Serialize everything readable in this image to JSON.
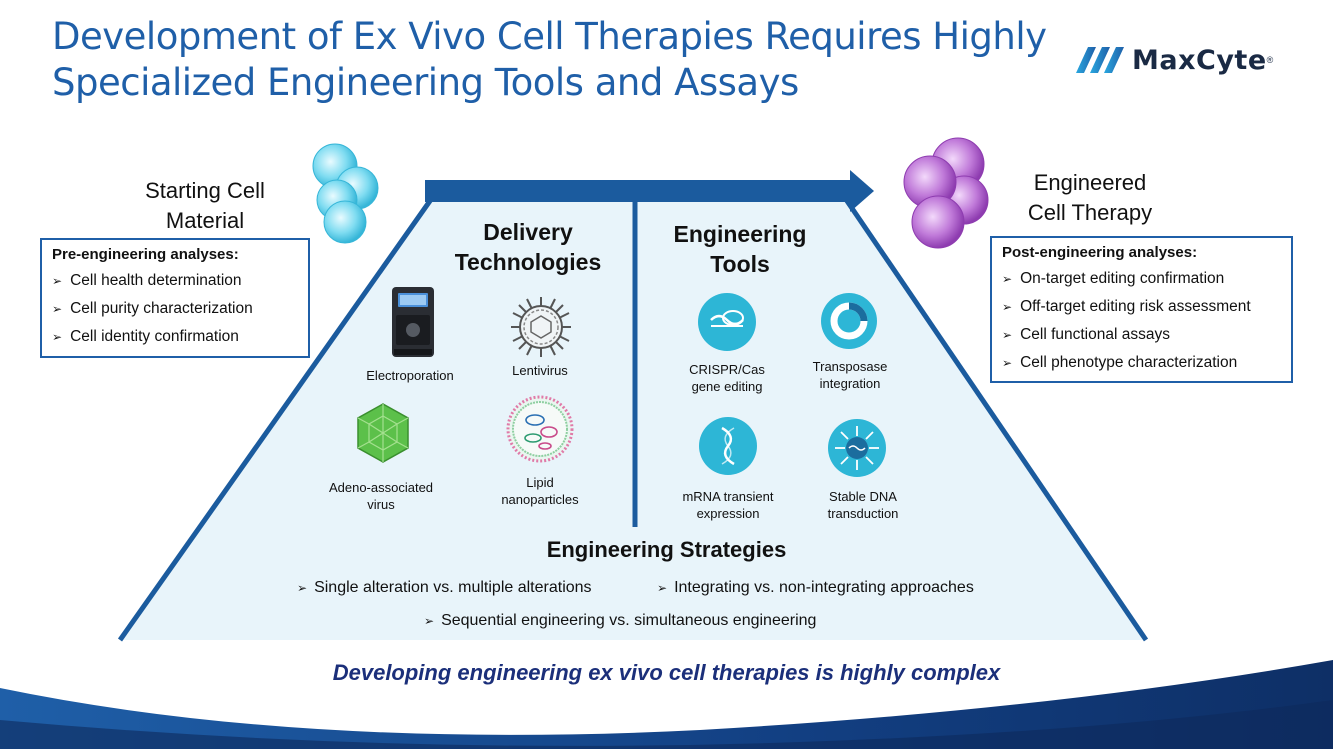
{
  "title": {
    "line1": "Development of Ex Vivo Cell Therapies Requires Highly",
    "line2": "Specialized Engineering Tools and Assays"
  },
  "logo": {
    "text": "MaxCyte",
    "reg": "®"
  },
  "start": {
    "line1": "Starting Cell",
    "line2": "Material"
  },
  "end": {
    "line1": "Engineered",
    "line2": "Cell Therapy"
  },
  "pre": {
    "title": "Pre-engineering analyses:",
    "items": [
      "Cell health determination",
      "Cell purity characterization",
      "Cell identity confirmation"
    ]
  },
  "post": {
    "title": "Post-engineering analyses:",
    "items": [
      "On-target editing confirmation",
      "Off-target editing risk assessment",
      "Cell functional assays",
      "Cell phenotype characterization"
    ]
  },
  "delivery": {
    "line1": "Delivery",
    "line2": "Technologies",
    "electroporation": "Electroporation",
    "lentivirus": "Lentivirus",
    "aav_1": "Adeno-associated",
    "aav_2": "virus",
    "lnp_1": "Lipid",
    "lnp_2": "nanoparticles"
  },
  "tools": {
    "line1": "Engineering",
    "line2": "Tools",
    "crispr_1": "CRISPR/Cas",
    "crispr_2": "gene editing",
    "transposase_1": "Transposase",
    "transposase_2": "integration",
    "mrna_1": "mRNA transient",
    "mrna_2": "expression",
    "stable_1": "Stable DNA",
    "stable_2": "transduction"
  },
  "strategies": {
    "title": "Engineering Strategies",
    "items": [
      "Single alteration vs. multiple alterations",
      "Integrating vs. non-integrating approaches",
      "Sequential engineering vs. simultaneous engineering"
    ]
  },
  "tagline": "Developing engineering ex vivo cell therapies is highly complex",
  "colors": {
    "title_blue": "#1f5fa8",
    "frame_blue": "#1b5b9e",
    "trap_fill": "#e8f4fa",
    "tagline_navy": "#1b2f7a",
    "teal_icon": "#2db6d6",
    "cell_cyan": "#6fd6ee",
    "cell_purple": "#b05cd0"
  }
}
